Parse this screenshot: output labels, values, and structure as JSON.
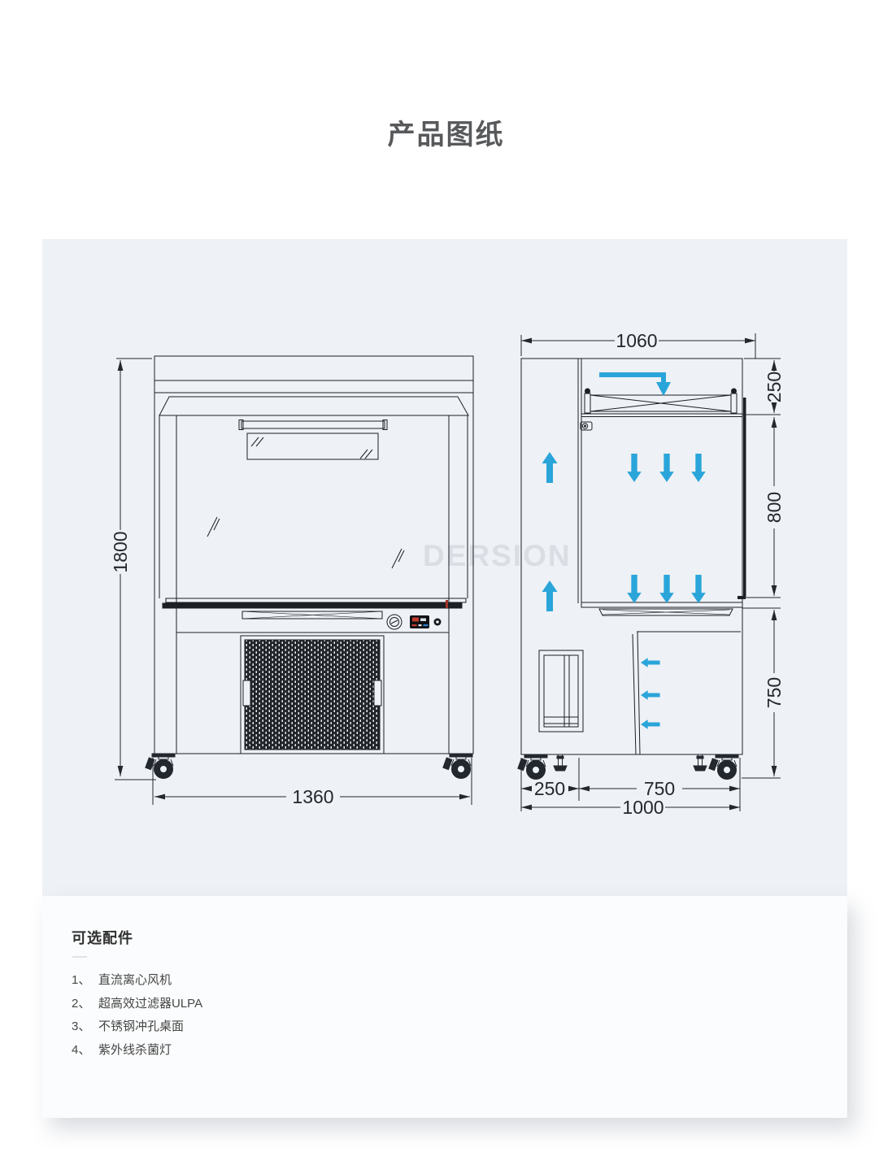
{
  "page_title": "产品图纸",
  "watermark": "DERSION",
  "colors": {
    "panel_bg": "#eef1f5",
    "line": "#1c1f24",
    "airflow_arrow": "#2aa5d9",
    "title_text": "#58595b"
  },
  "front_view": {
    "height": "1800",
    "width": "1360"
  },
  "side_view": {
    "top_width": "1060",
    "filter_section_height": "250",
    "chamber_height": "800",
    "stand_height": "750",
    "rear_duct_depth": "250",
    "work_depth": "750",
    "base_depth": "1000"
  },
  "accessories": {
    "heading": "可选配件",
    "items": [
      {
        "num": "1、",
        "label": "直流离心风机"
      },
      {
        "num": "2、",
        "label": "超高效过滤器ULPA"
      },
      {
        "num": "3、",
        "label": "不锈钢冲孔桌面"
      },
      {
        "num": "4、",
        "label": "紫外线杀菌灯"
      }
    ]
  }
}
